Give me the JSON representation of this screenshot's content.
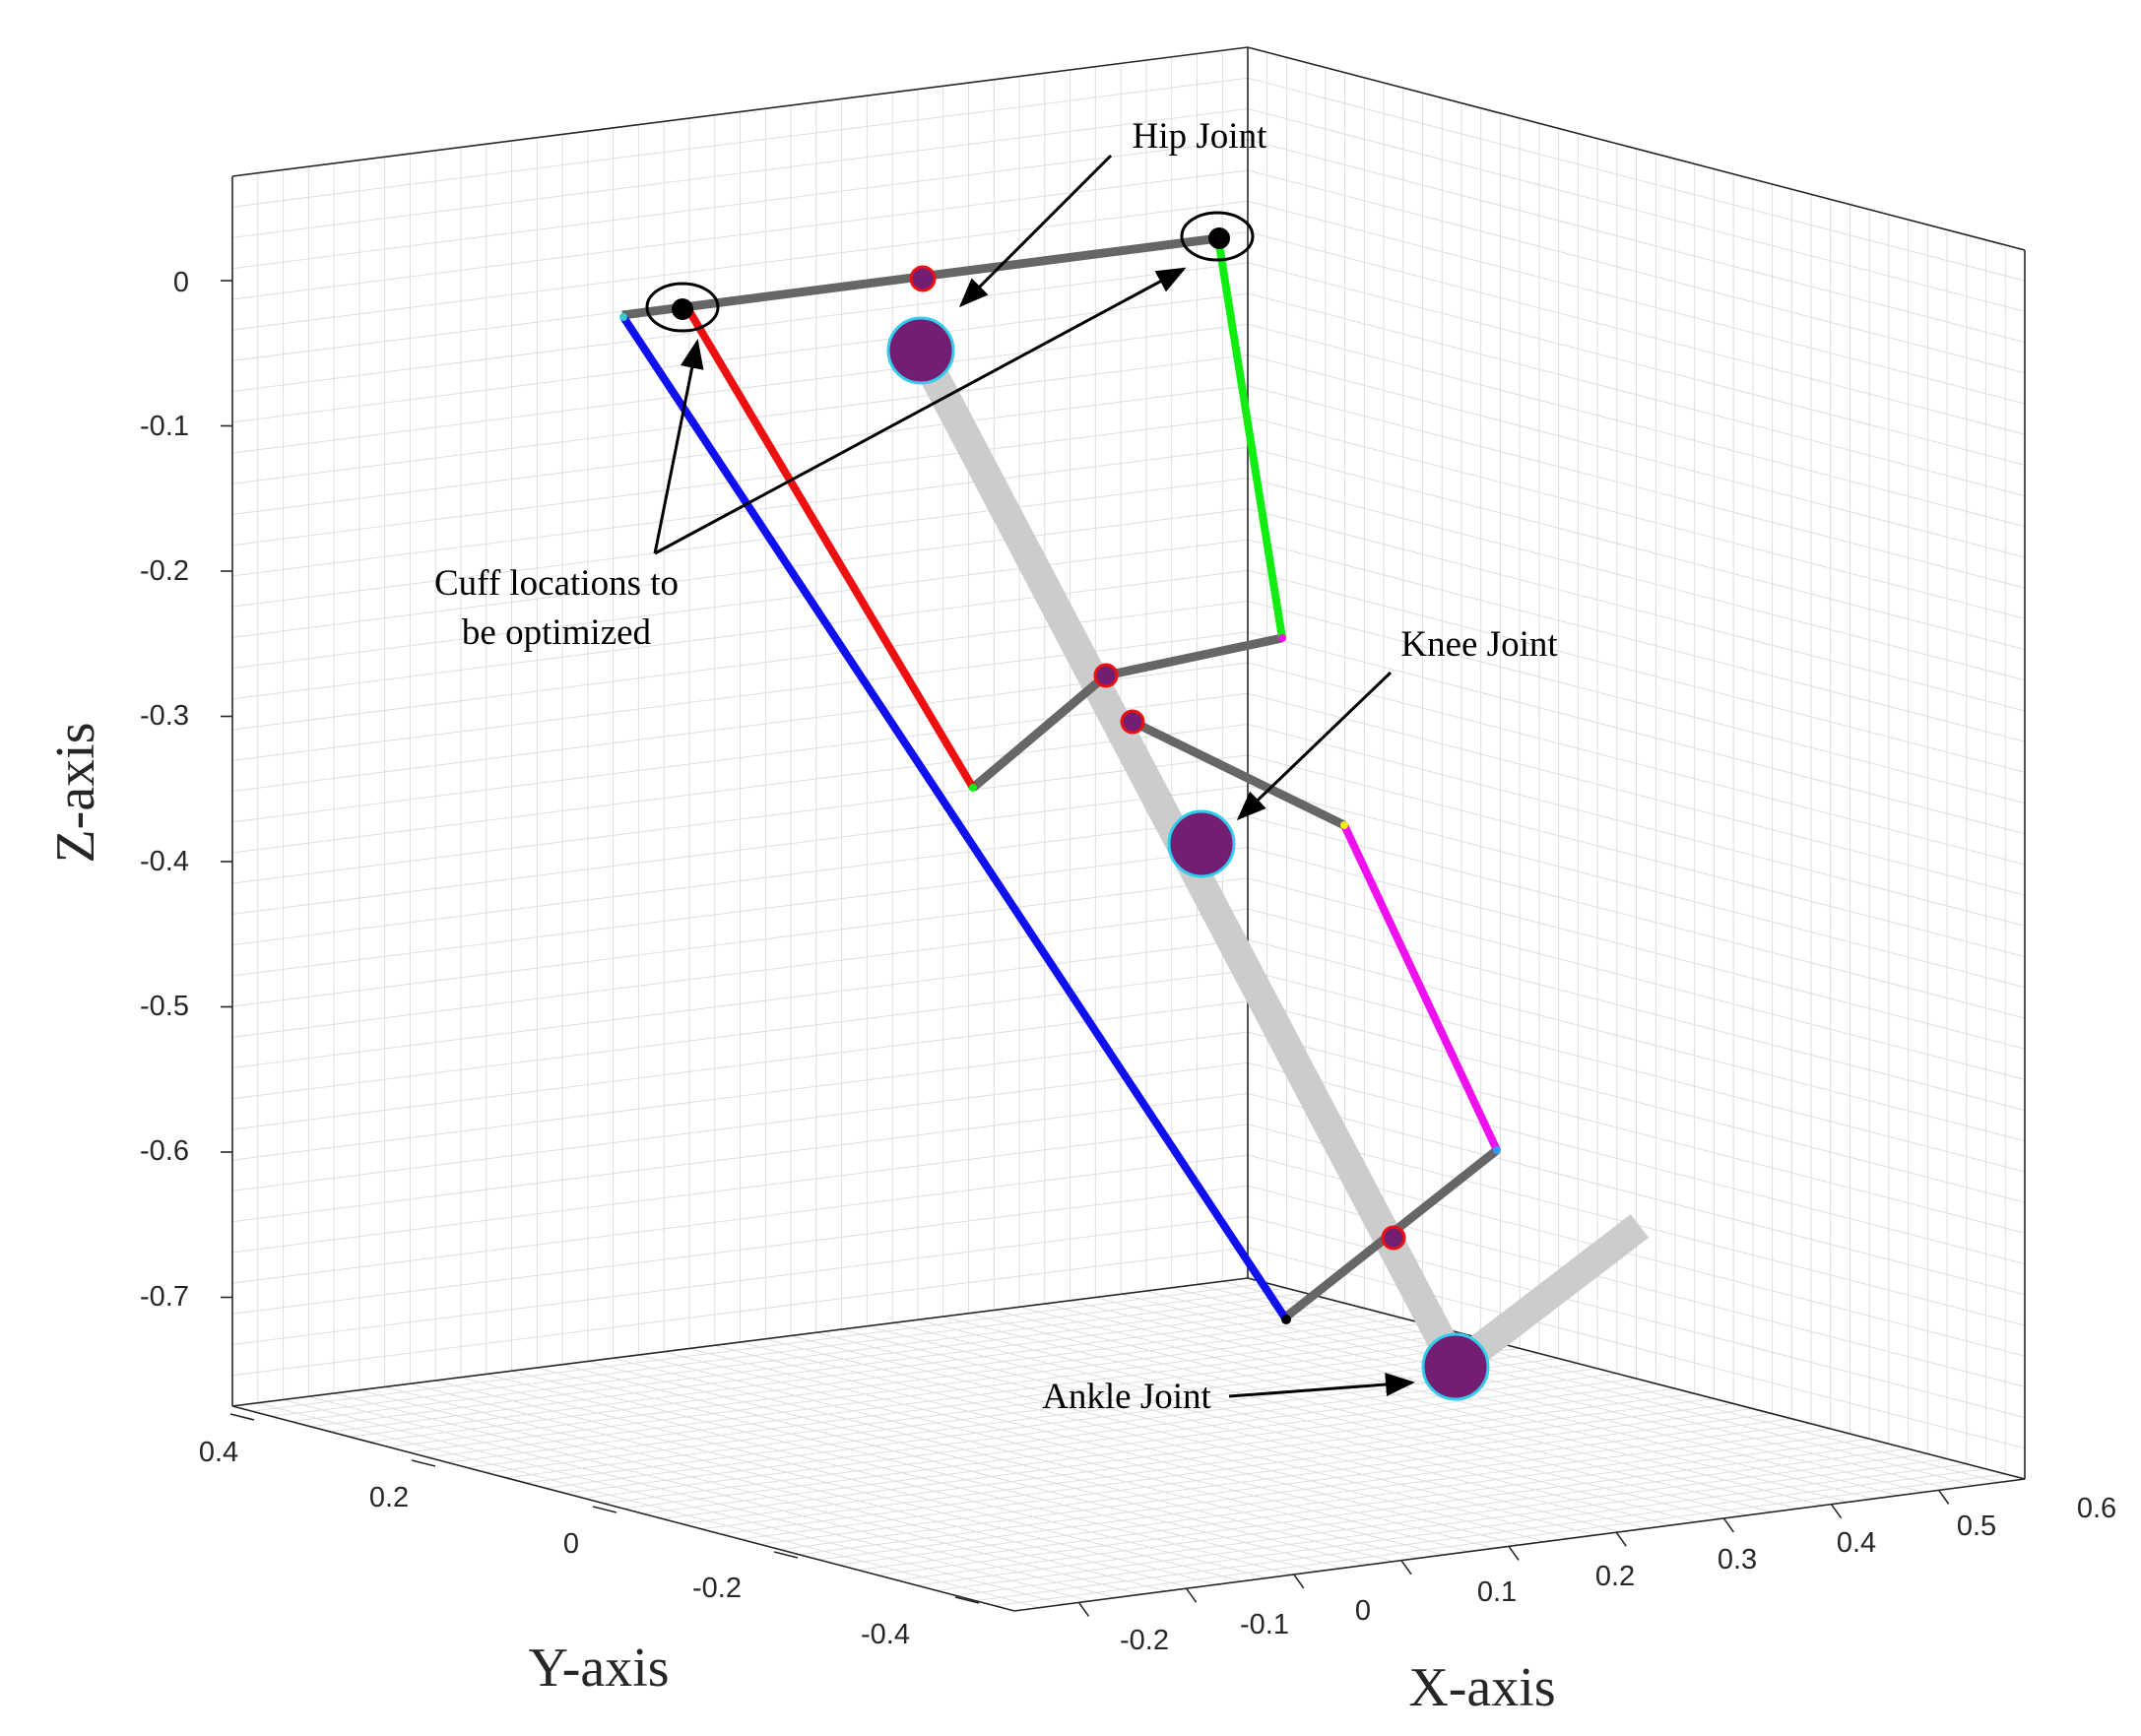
{
  "axes": {
    "z_label": "Z-axis",
    "y_label": "Y-axis",
    "x_label": "X-axis",
    "z_ticks": [
      "0",
      "-0.1",
      "-0.2",
      "-0.3",
      "-0.4",
      "-0.5",
      "-0.6",
      "-0.7"
    ],
    "y_ticks": [
      "0.4",
      "0.2",
      "0",
      "-0.2",
      "-0.4"
    ],
    "x_ticks": [
      "-0.2",
      "-0.1",
      "0",
      "0.1",
      "0.2",
      "0.3",
      "0.4",
      "0.5",
      "0.6"
    ]
  },
  "annotations": {
    "hip": "Hip Joint",
    "knee": "Knee Joint",
    "ankle": "Ankle Joint",
    "cuff_line1": "Cuff locations to",
    "cuff_line2": "be optimized"
  },
  "colors": {
    "frame_link": "#666666",
    "limb": "#cccccc",
    "joint": "#731d73",
    "joint_ring": "#33ccee",
    "strut_blue": "#1010ee",
    "strut_red": "#ee1010",
    "strut_green": "#10ee10",
    "strut_magenta": "#ee10ee",
    "grid": "#dedede",
    "box": "#262626"
  }
}
